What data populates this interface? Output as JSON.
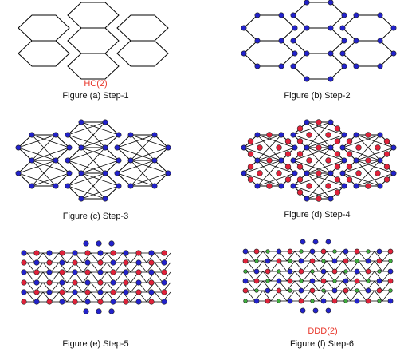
{
  "colors": {
    "edge": "#000000",
    "hexagon_fill": "#ffffff",
    "blue_node": "#2222cc",
    "red_node": "#e0223a",
    "green_node": "#3daa3d",
    "label_red": "#e8382c",
    "node_stroke": "#222222"
  },
  "labels": {
    "hc": "HC(2)",
    "ddd": "DDD(2)"
  },
  "panels": [
    {
      "id": "a",
      "caption": "Figure (a) Step-1"
    },
    {
      "id": "b",
      "caption": "Figure (b) Step-2"
    },
    {
      "id": "c",
      "caption": "Figure (c) Step-3"
    },
    {
      "id": "d",
      "caption": "Figure (d) Step-4"
    },
    {
      "id": "e",
      "caption": "Figure (e) Step-5"
    },
    {
      "id": "f",
      "caption": "Figure (f) Step-6"
    }
  ]
}
